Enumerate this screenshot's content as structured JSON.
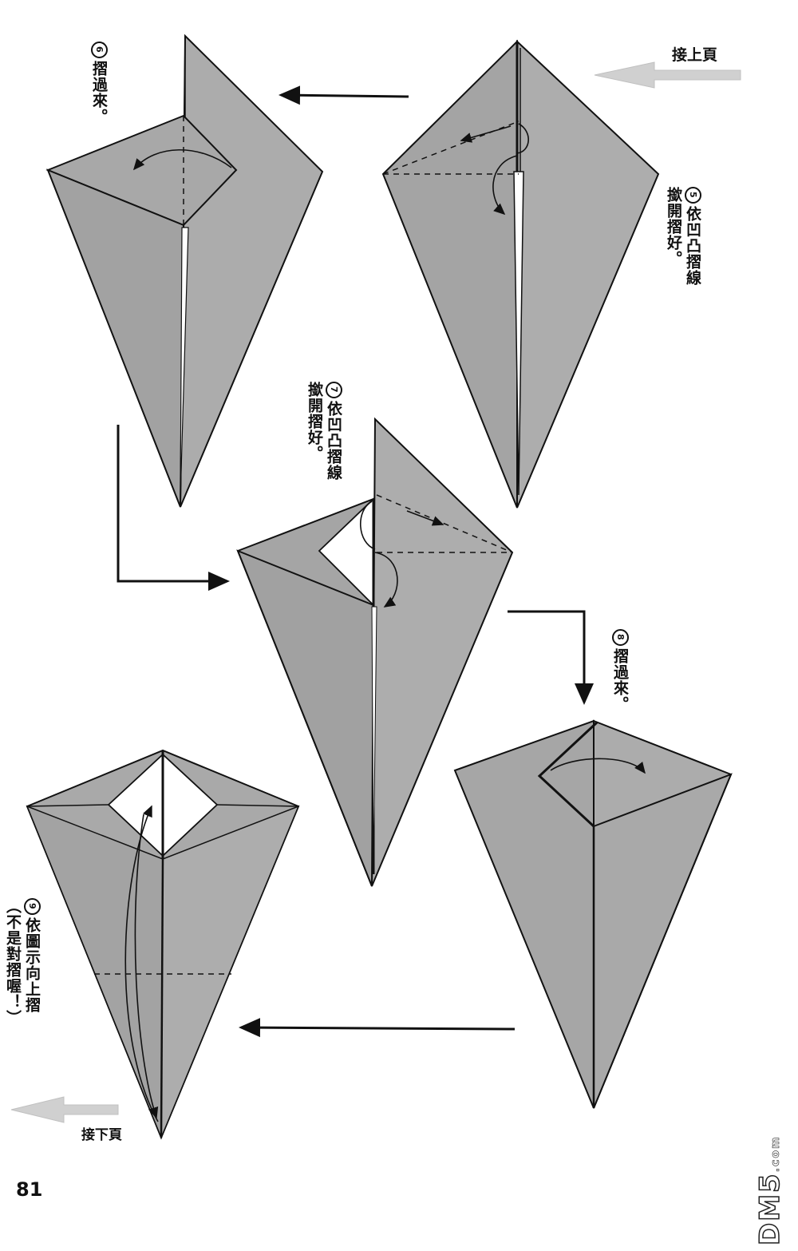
{
  "steps": {
    "step5": {
      "number": "5",
      "text": "依凹凸摺線\n撳開摺好。"
    },
    "step6": {
      "number": "6",
      "text": "摺過來。"
    },
    "step7": {
      "number": "7",
      "text": "依凹凸摺線\n撳開摺好。"
    },
    "step8": {
      "number": "8",
      "text": "摺過來。"
    },
    "step9": {
      "number": "9",
      "text": "依圖示向上摺\n︵不是對摺喔！︶"
    }
  },
  "nav": {
    "continued_from": "接上頁",
    "continued_to": "接下頁"
  },
  "page_number": "81",
  "watermark": {
    "main": "DM5",
    "suffix": ".com"
  },
  "colors": {
    "paper": "#a9a9a9",
    "paper_dark": "#9c9c9c",
    "line": "#111111",
    "nav_arrow": "#d0d0d0"
  }
}
